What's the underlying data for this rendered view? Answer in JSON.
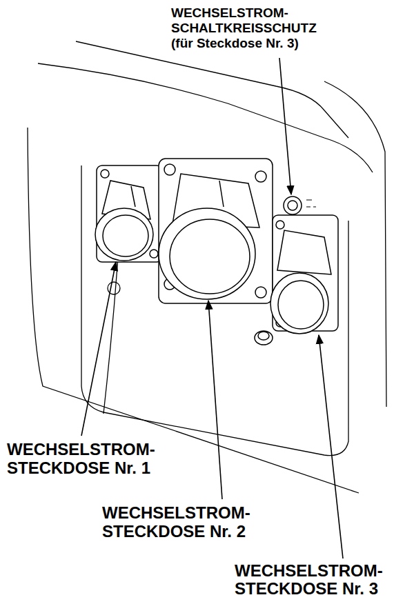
{
  "diagram": {
    "labels": [
      "WECHSELSTROM- SCHALTKREISSCHUTZ (für Steckdose Nr. 3)",
      "WECHSELSTROM- STECKDOSE Nr. 1",
      "WECHSELSTROM- STECKDOSE Nr. 2",
      "WECHSELSTROM- STECKDOSE Nr. 3"
    ]
  }
}
